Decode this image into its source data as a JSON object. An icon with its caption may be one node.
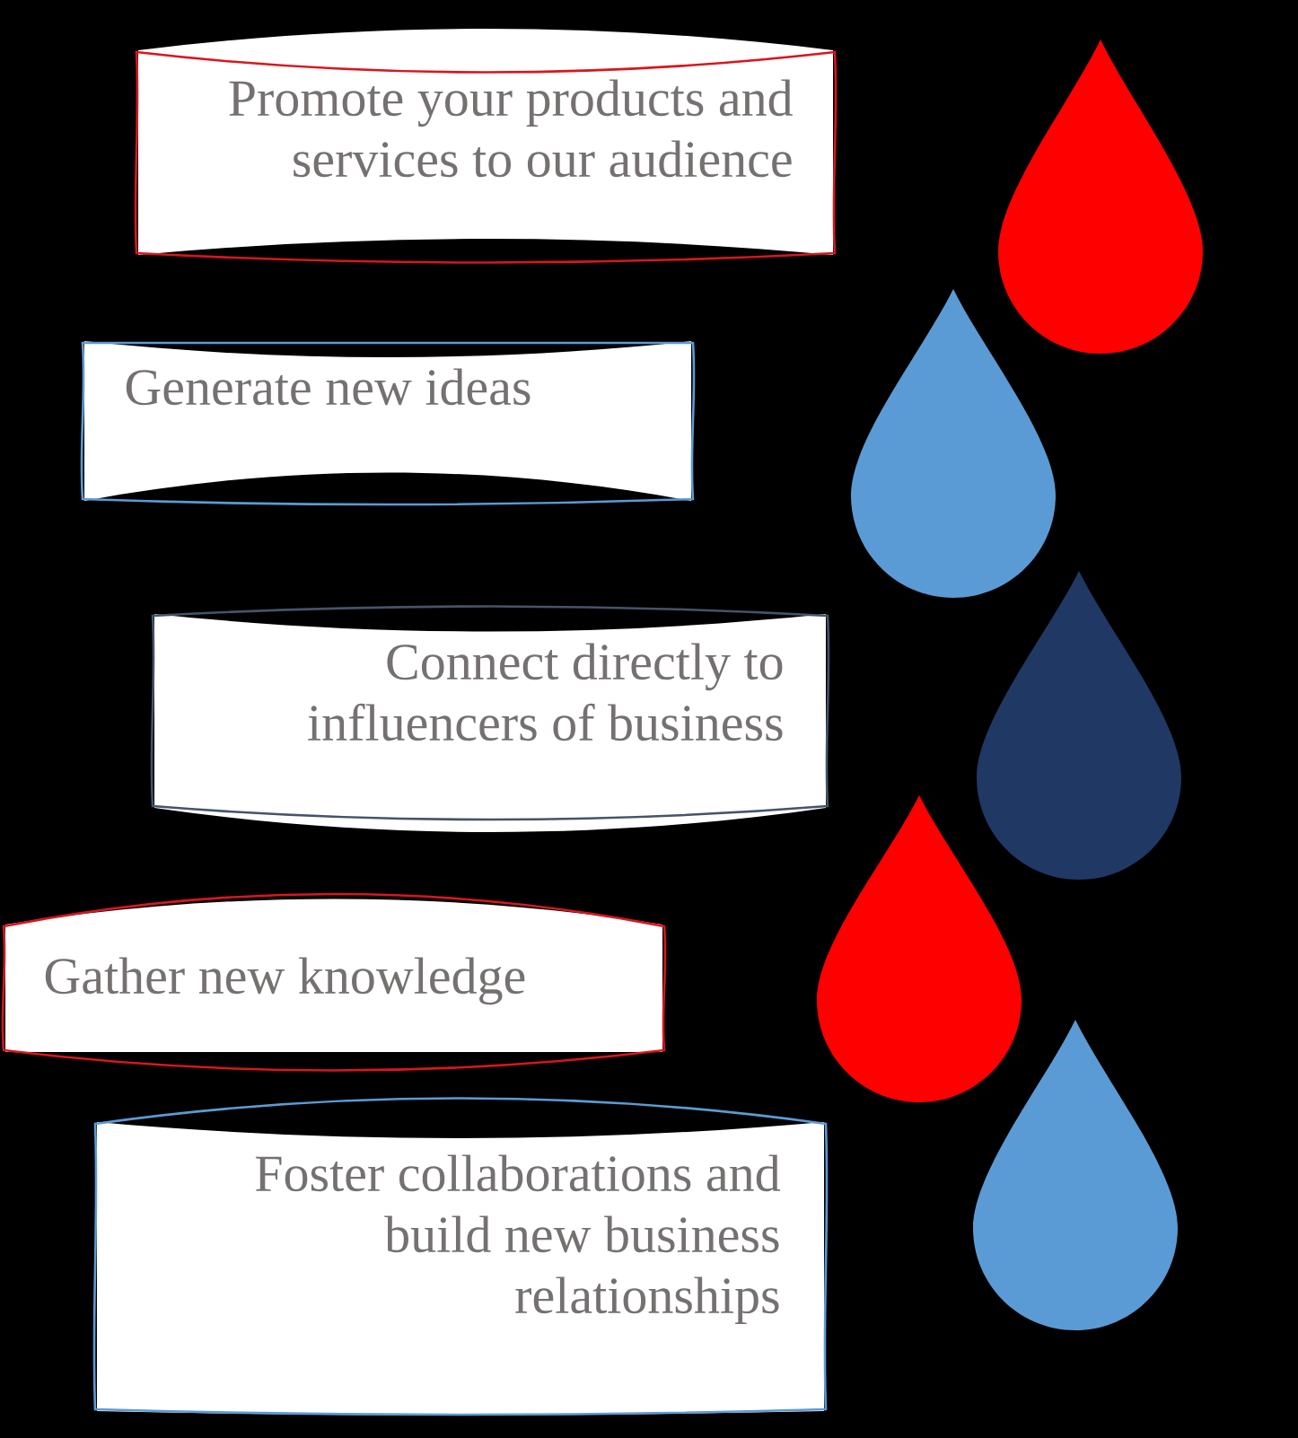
{
  "diagram": {
    "nodes": [
      {
        "text": [
          "Promote your products and services to our audience"
        ]
      },
      {
        "text": [],
        "shape": "droplet"
      },
      {
        "text": [
          "Generate new ideas"
        ]
      },
      {
        "text": [],
        "shape": "droplet"
      },
      {
        "text": [
          "Connect directly to influencers of business"
        ]
      },
      {
        "text": [],
        "shape": "droplet"
      },
      {
        "text": [
          "Gather new knowledge"
        ]
      },
      {
        "text": [],
        "shape": "droplet"
      },
      {
        "text": [
          "Foster collaborations and build new business relationships"
        ]
      },
      {
        "text": [],
        "shape": "droplet"
      }
    ]
  }
}
